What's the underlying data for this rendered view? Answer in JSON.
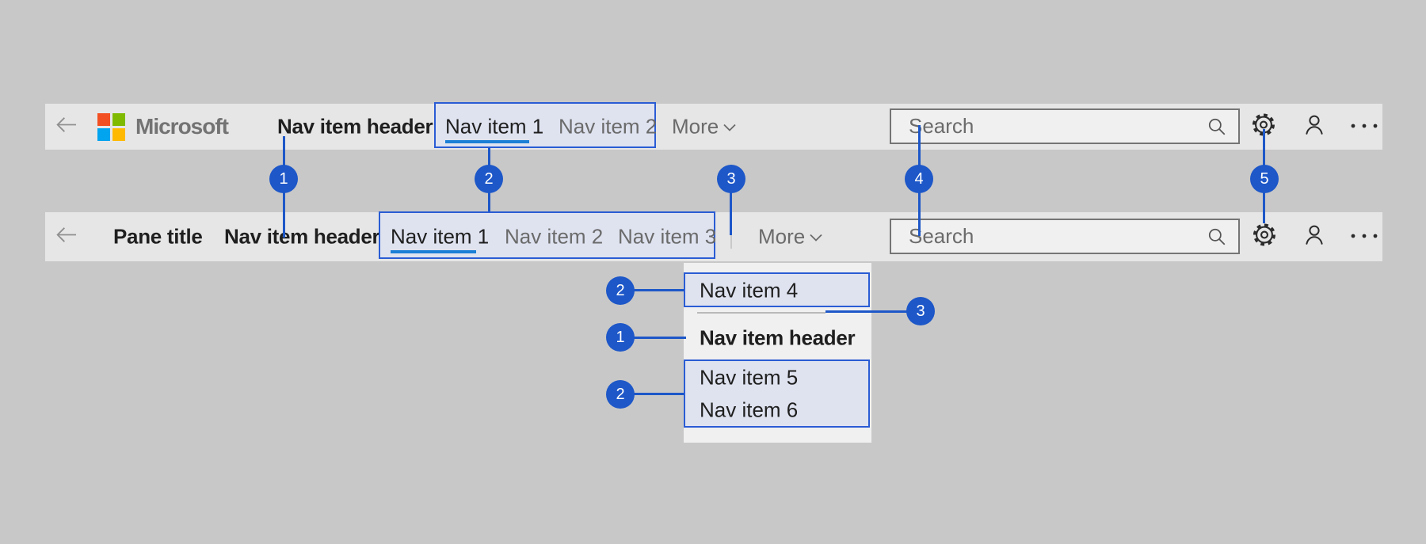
{
  "colors": {
    "page_bg": "#c8c8c8",
    "bar_bg": "#e6e6e6",
    "panel_bg": "#f0f0f0",
    "highlight_fill": "#dfe3f0",
    "highlight_border": "#2a5cd4",
    "selected_underline": "#1b7fd6",
    "callout_blue": "#1d57c8",
    "text_dark": "#1f1f1f",
    "text_gray": "#6b6b6b",
    "logo_red": "#f25022",
    "logo_green": "#7fba00",
    "logo_blue": "#00a4ef",
    "logo_yellow": "#ffb900",
    "logo_text_gray": "#737373"
  },
  "icons": {
    "back": "arrow-left",
    "chevron": "chevron-down",
    "search": "magnifier",
    "settings": "gear",
    "account": "person",
    "more_options": "ellipsis"
  },
  "top_bar": {
    "logo_text": "Microsoft",
    "nav_header": "Nav item header",
    "nav_item_1": "Nav item 1",
    "nav_item_2": "Nav item 2",
    "more_label": "More",
    "search_placeholder": "Search"
  },
  "pane_bar": {
    "pane_title": "Pane title",
    "nav_header": "Nav item header",
    "nav_item_1": "Nav item 1",
    "nav_item_2": "Nav item 2",
    "nav_item_3": "Nav item 3",
    "more_label": "More",
    "search_placeholder": "Search"
  },
  "dropdown": {
    "item_4": "Nav item 4",
    "header": "Nav item header",
    "item_5": "Nav item 5",
    "item_6": "Nav item 6"
  },
  "callouts": {
    "c1": "1",
    "c2": "2",
    "c3": "3",
    "c4": "4",
    "c5": "5",
    "d2a": "2",
    "d1": "1",
    "d2b": "2",
    "d3": "3"
  }
}
